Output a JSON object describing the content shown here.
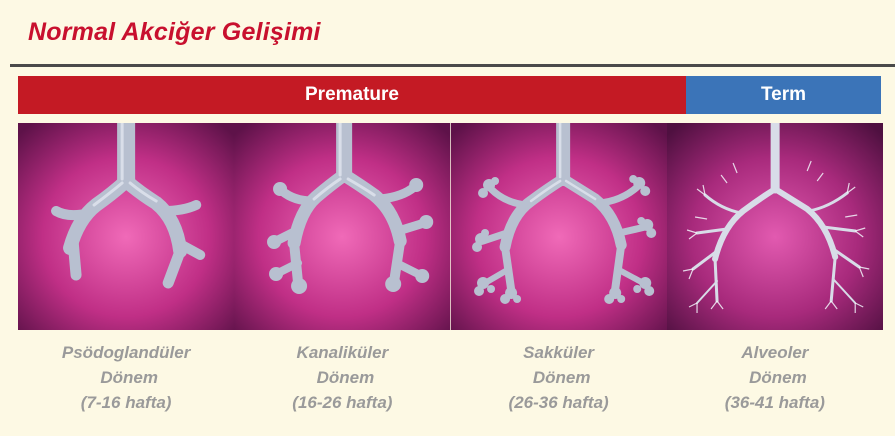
{
  "title": "Normal Akciğer Gelişimi",
  "bars": {
    "premature": "Premature",
    "term": "Term"
  },
  "colors": {
    "title": "#c8102e",
    "premature_bar": "#c41a24",
    "term_bar": "#3b74b8",
    "background": "#fdf9e4",
    "panel_tissue": "#b8287a",
    "lung_tissue": "#b8c0d0",
    "label_text": "#9a9a9a"
  },
  "stages": [
    {
      "name": "Psödoglandüler",
      "period": "Dönem",
      "weeks": "(7-16 hafta)"
    },
    {
      "name": "Kanaliküler",
      "period": "Dönem",
      "weeks": "(16-26 hafta)"
    },
    {
      "name": "Sakküler",
      "period": "Dönem",
      "weeks": "(26-36 hafta)"
    },
    {
      "name": "Alveoler",
      "period": "Dönem",
      "weeks": "(36-41 hafta)"
    }
  ]
}
